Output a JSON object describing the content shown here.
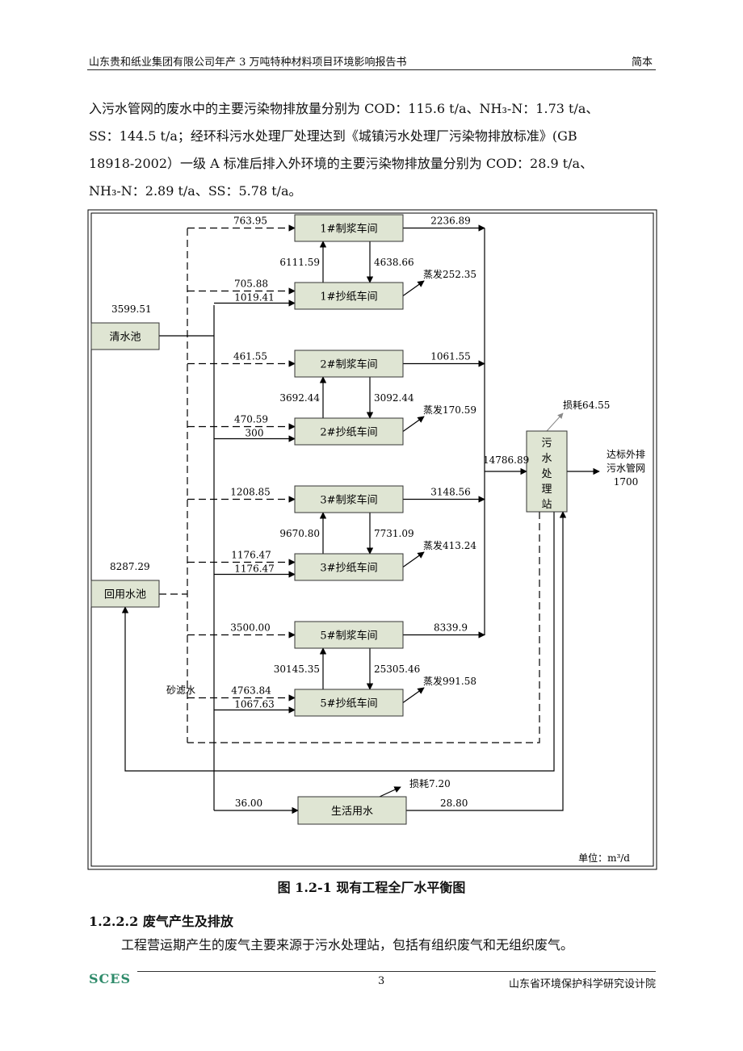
{
  "header": {
    "title": "山东贵和纸业集团有限公司年产 3 万吨特种材料项目环境影响报告书",
    "edition": "简本"
  },
  "intro": {
    "line1": "入污水管网的废水中的主要污染物排放量分别为 COD：115.6 t/a、NH₃-N：1.73 t/a、",
    "line2": "SS：144.5 t/a；经环科污水处理厂处理达到《城镇污水处理厂污染物排放标准》(GB",
    "line3": "18918-2002）一级 A 标准后排入外环境的主要污染物排放量分别为 COD：28.9 t/a、",
    "line4": "NH₃-N：2.89 t/a、SS：5.78 t/a。"
  },
  "diagram": {
    "sources": {
      "clean_pool": "清水池",
      "clean_pool_value": "3599.51",
      "reuse_pool": "回用水池",
      "reuse_pool_value": "8287.29"
    },
    "units": [
      {
        "pulp": "1#制浆车间",
        "paper": "1#抄纸车间",
        "pulp_in": "763.95",
        "paper_in_reuse": "705.88",
        "paper_in_clean": "1019.41",
        "up": "6111.59",
        "down": "4638.66",
        "evap": "蒸发252.35",
        "out": "2236.89"
      },
      {
        "pulp": "2#制浆车间",
        "paper": "2#抄纸车间",
        "pulp_in": "461.55",
        "paper_in_reuse": "470.59",
        "paper_in_clean": "300",
        "up": "3692.44",
        "down": "3092.44",
        "evap": "蒸发170.59",
        "out": "1061.55"
      },
      {
        "pulp": "3#制浆车间",
        "paper": "3#抄纸车间",
        "pulp_in": "1208.85",
        "paper_in_reuse": "1176.47",
        "paper_in_clean": "1176.47",
        "up": "9670.80",
        "down": "7731.09",
        "evap": "蒸发413.24",
        "out": "3148.56"
      },
      {
        "pulp": "5#制浆车间",
        "paper": "5#抄纸车间",
        "pulp_in": "3500.00",
        "paper_in_reuse": "4763.84",
        "paper_in_clean": "1067.63",
        "up": "30145.35",
        "down": "25305.46",
        "evap": "蒸发991.58",
        "out": "8339.9"
      }
    ],
    "sand_filter": "砂滤水",
    "plant": {
      "label": "污水处理站",
      "inflow": "14786.89",
      "loss": "损耗64.55"
    },
    "discharge": {
      "line1": "达标外排",
      "line2": "污水管网",
      "value": "1700"
    },
    "domestic": {
      "label": "生活用水",
      "in": "36.00",
      "out": "28.80",
      "loss": "损耗7.20"
    },
    "unit_label": "单位：m³/d"
  },
  "caption": "图 1.2-1    现有工程全厂水平衡图",
  "section_title": "1.2.2.2 废气产生及排放",
  "body_text": "工程营运期产生的废气主要来源于污水处理站，包括有组织废气和无组织废气。",
  "footer": {
    "logo_text": "SCES",
    "page": "3",
    "org": "山东省环境保护科学研究设计院"
  },
  "colors": {
    "box_fill": "#dfe5d3",
    "line": "#000000",
    "logo": "#2e8b6a"
  }
}
